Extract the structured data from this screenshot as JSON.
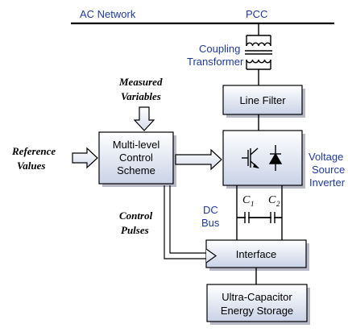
{
  "labels": {
    "ac_network": "AC Network",
    "pcc": "PCC",
    "coupling_line1": "Coupling",
    "coupling_line2": "Transformer",
    "measured_line1": "Measured",
    "measured_line2": "Variables",
    "reference_line1": "Reference",
    "reference_line2": "Values",
    "control_pulses_line1": "Control",
    "control_pulses_line2": "Pulses",
    "dc_bus_line1": "DC",
    "dc_bus_line2": "Bus",
    "vsi_line1": "Voltage",
    "vsi_line2": "Source",
    "vsi_line3": "Inverter",
    "c1": "C",
    "c1_sub": "1",
    "c2": "C",
    "c2_sub": "2"
  },
  "blocks": {
    "line_filter": "Line Filter",
    "control_line1": "Multi-level",
    "control_line2": "Control",
    "control_line3": "Scheme",
    "interface": "Interface",
    "storage_line1": "Ultra-Capacitor",
    "storage_line2": "Energy Storage"
  },
  "colors": {
    "label_blue": "#1f3a9a",
    "box_fill_top": "#ffffff",
    "box_fill_bottom": "#c9d2e6",
    "shadow": "#b7bac6"
  },
  "icons": {
    "transformer": "transformer-icon",
    "inverter": "igbt-diode-icon",
    "capacitor": "capacitor-icon"
  }
}
